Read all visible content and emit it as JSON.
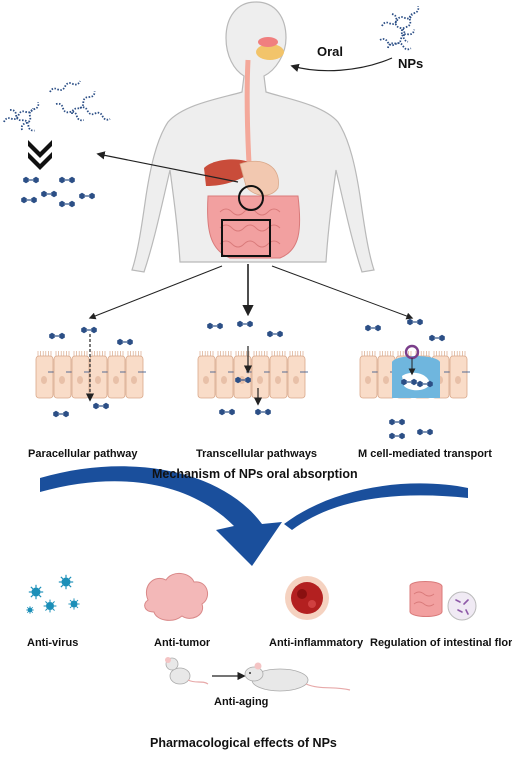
{
  "labels": {
    "oral": "Oral",
    "nps": "NPs",
    "paracellular": "Paracellular pathway",
    "transcellular": "Transcellular pathways",
    "mcell": "M cell-mediated transport",
    "mechanism_title": "Mechanism of NPs oral absorption",
    "anti_virus": "Anti-virus",
    "anti_tumor": "Anti-tumor",
    "anti_inflammatory": "Anti-inflammatory",
    "flora": "Regulation of intestinal flora",
    "anti_aging": "Anti-aging",
    "effects_title": "Pharmacological effects  of NPs"
  },
  "colors": {
    "body_fill": "#eeeeee",
    "body_outline": "#b9b9b9",
    "esophagus": "#f4a89a",
    "liver": "#c94c3a",
    "intestine": "#f2a0a0",
    "cell_fill": "#f9dcc8",
    "cell_border": "#d9a88a",
    "np_blue": "#2c4f86",
    "mcell_blue": "#6fb6de",
    "big_arrow": "#1a4f9c",
    "virus": "#1b8fb8",
    "tumor": "#f3b8b8",
    "inflamed": "#b32020",
    "mouse": "#e8e8e8"
  },
  "icons": [
    "human-body-icon",
    "nanoparticle-chain-icon",
    "intestinal-cells-icon",
    "virus-icon",
    "tumor-icon",
    "inflammation-icon",
    "intestine-bacteria-icon",
    "mouse-icon"
  ]
}
